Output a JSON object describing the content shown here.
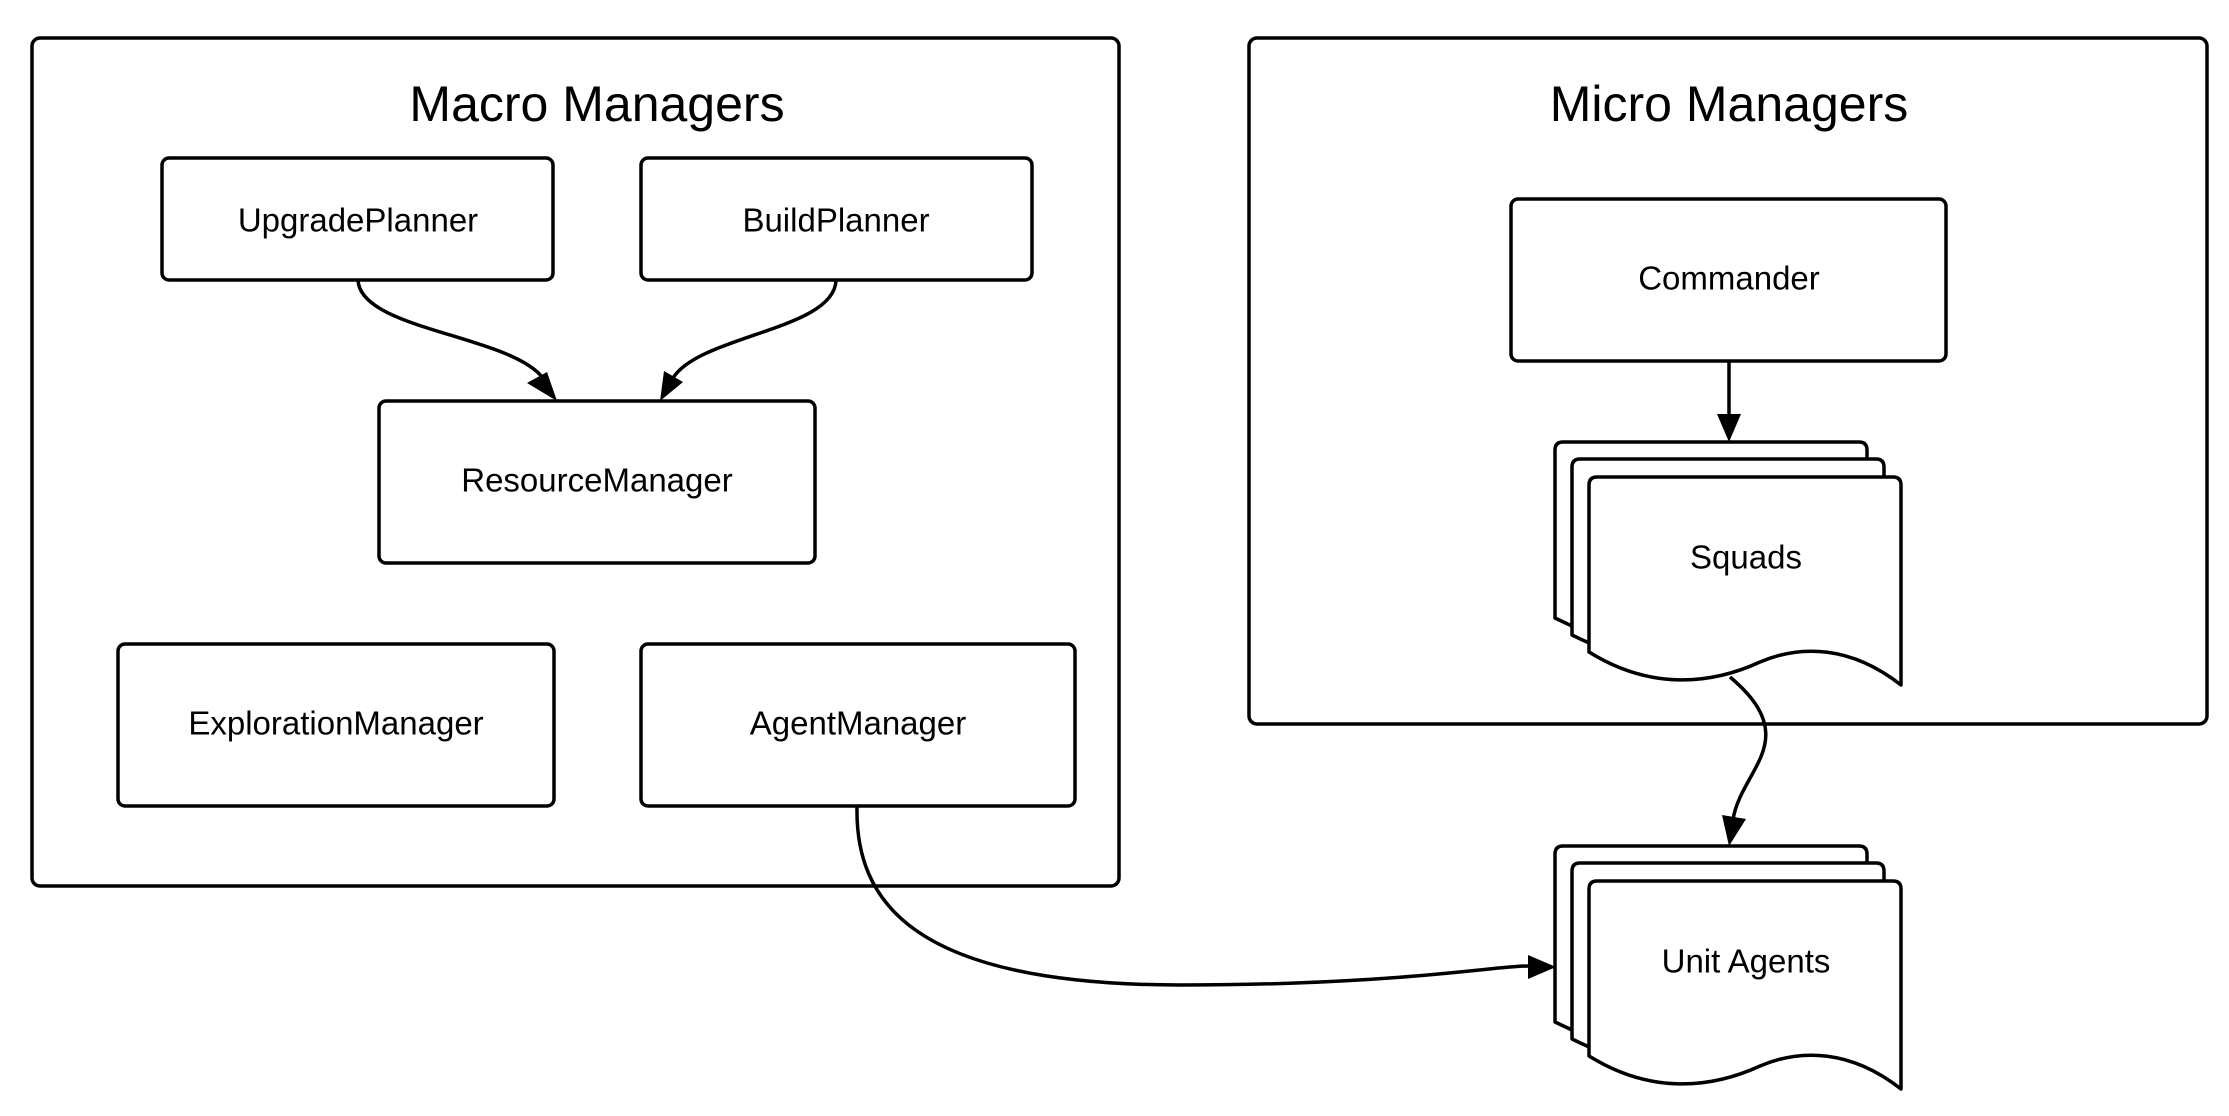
{
  "groups": {
    "macro": {
      "title": "Macro Managers"
    },
    "micro": {
      "title": "Micro Managers"
    }
  },
  "nodes": {
    "upgrade_planner": "UpgradePlanner",
    "build_planner": "BuildPlanner",
    "resource_manager": "ResourceManager",
    "exploration_manager": "ExplorationManager",
    "agent_manager": "AgentManager",
    "commander": "Commander",
    "squads": "Squads",
    "unit_agents": "Unit Agents"
  },
  "edges": [
    {
      "from": "UpgradePlanner",
      "to": "ResourceManager"
    },
    {
      "from": "BuildPlanner",
      "to": "ResourceManager"
    },
    {
      "from": "Commander",
      "to": "Squads"
    },
    {
      "from": "Squads",
      "to": "Unit Agents"
    },
    {
      "from": "AgentManager",
      "to": "Unit Agents"
    }
  ]
}
